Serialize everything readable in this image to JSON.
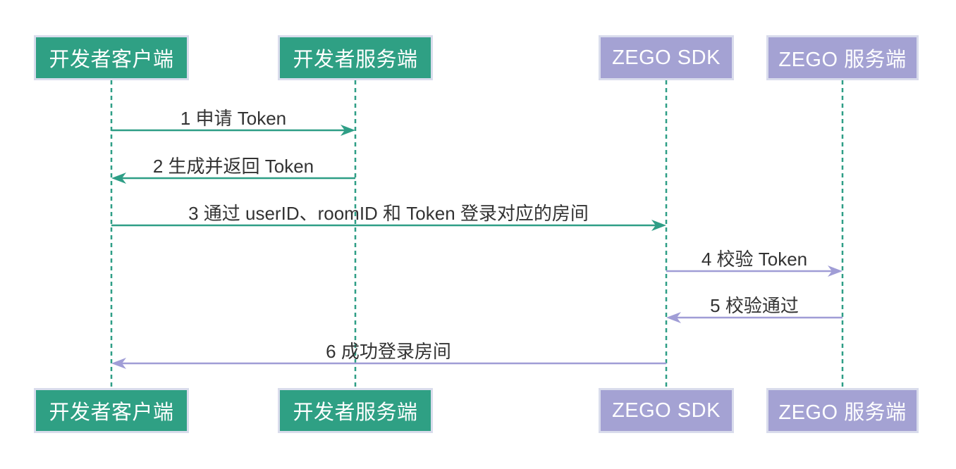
{
  "diagram": {
    "type": "sequence-diagram",
    "background": "#ffffff",
    "colors": {
      "developer_fill": "#2fa084",
      "zego_fill": "#a4a2d3",
      "actor_text": "#ffffff",
      "actor_border": "#d9dcec",
      "lifeline": "#2e9e86",
      "developer_arrow": "#2e9e86",
      "zego_arrow": "#a09dd6",
      "message_text": "#333333"
    },
    "actors": [
      {
        "id": "dev-client",
        "label": "开发者客户端",
        "group": "developer"
      },
      {
        "id": "dev-server",
        "label": "开发者服务端",
        "group": "developer"
      },
      {
        "id": "zego-sdk",
        "label": "ZEGO SDK",
        "group": "zego"
      },
      {
        "id": "zego-server",
        "label": "ZEGO 服务端",
        "group": "zego"
      }
    ],
    "messages": [
      {
        "seq": "1",
        "label": "1 申请 Token",
        "from": "dev-client",
        "to": "dev-server",
        "arrow_color_group": "developer"
      },
      {
        "seq": "2",
        "label": "2 生成并返回 Token",
        "from": "dev-server",
        "to": "dev-client",
        "arrow_color_group": "developer"
      },
      {
        "seq": "3",
        "label": "3 通过 userID、roomID 和 Token 登录对应的房间",
        "from": "dev-client",
        "to": "zego-sdk",
        "arrow_color_group": "developer"
      },
      {
        "seq": "4",
        "label": "4 校验 Token",
        "from": "zego-sdk",
        "to": "zego-server",
        "arrow_color_group": "zego"
      },
      {
        "seq": "5",
        "label": "5 校验通过",
        "from": "zego-server",
        "to": "zego-sdk",
        "arrow_color_group": "zego"
      },
      {
        "seq": "6",
        "label": "6 成功登录房间",
        "from": "zego-sdk",
        "to": "dev-client",
        "arrow_color_group": "zego"
      }
    ]
  }
}
